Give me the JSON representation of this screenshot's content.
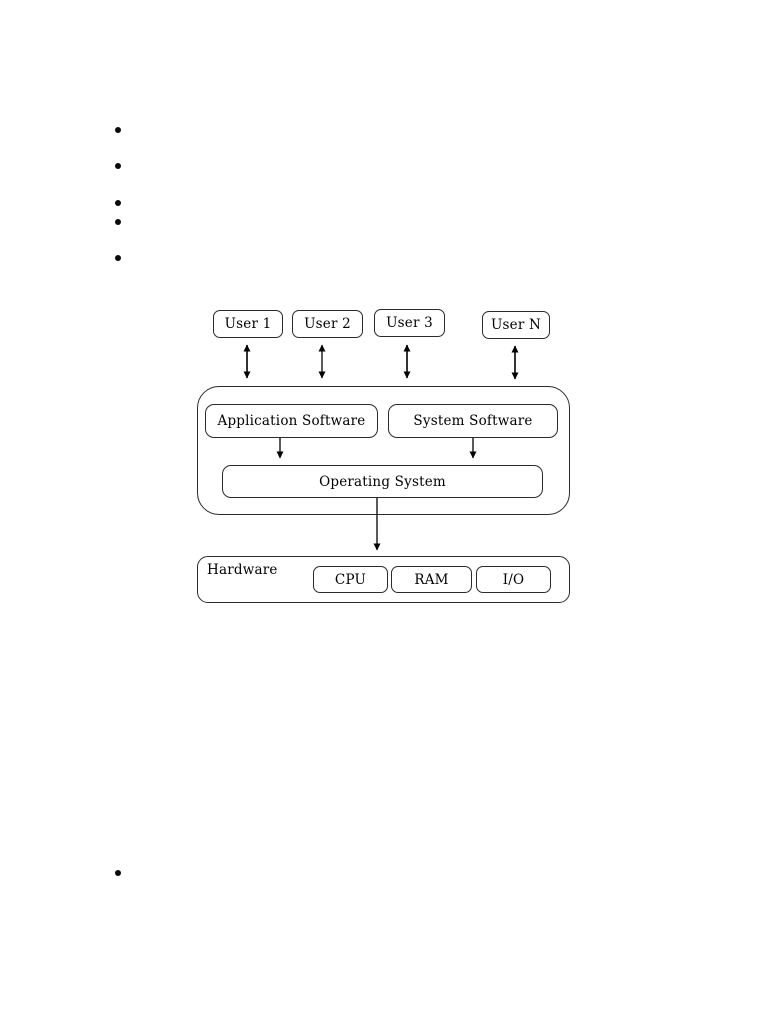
{
  "page": {
    "background_color": "#ffffff",
    "bullet_count": 6
  },
  "diagram": {
    "users": [
      {
        "label": "User 1"
      },
      {
        "label": "User 2"
      },
      {
        "label": "User 3"
      },
      {
        "label": "User N"
      }
    ],
    "software_layer": {
      "application_software_label": "Application Software",
      "system_software_label": "System Software",
      "operating_system_label": "Operating System"
    },
    "hardware_layer": {
      "hardware_label": "Hardware",
      "components": [
        {
          "label": "CPU"
        },
        {
          "label": "RAM"
        },
        {
          "label": "I/O"
        }
      ]
    },
    "colors": {
      "box_border": "#2b2b2b",
      "text": "#000000",
      "arrow": "#000000",
      "background": "#ffffff"
    }
  }
}
